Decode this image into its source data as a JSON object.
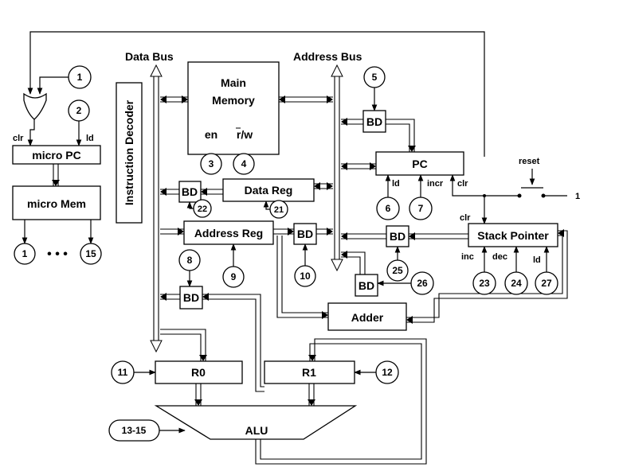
{
  "labels": {
    "data_bus": "Data Bus",
    "address_bus": "Address Bus",
    "main_memory_line1": "Main",
    "main_memory_line2": "Memory",
    "en": "en",
    "rw": "r/w",
    "instruction_decoder": "Instruction Decoder",
    "micro_pc": "micro PC",
    "micro_mem": "micro Mem",
    "clr": "clr",
    "ld": "ld",
    "bd": "BD",
    "data_reg": "Data Reg",
    "address_reg": "Address Reg",
    "pc": "PC",
    "pc_ld": "ld",
    "pc_incr": "incr",
    "pc_clr": "clr",
    "reset": "reset",
    "reset_value": "1",
    "sp_clr": "clr",
    "stack_pointer": "Stack Pointer",
    "sp_inc": "inc",
    "sp_dec": "dec",
    "sp_ld": "ld",
    "adder": "Adder",
    "r0": "R0",
    "r1": "R1",
    "alu": "ALU",
    "ellipsis": "• • •"
  },
  "signals": {
    "s1": "1",
    "s2": "2",
    "s3": "3",
    "s4": "4",
    "s5": "5",
    "s6": "6",
    "s7": "7",
    "s8": "8",
    "s9": "9",
    "s10": "10",
    "s11": "11",
    "s12": "12",
    "s13_15": "13-15",
    "s21": "21",
    "s22": "22",
    "s23": "23",
    "s24": "24",
    "s25": "25",
    "s26": "26",
    "s27": "27",
    "out1": "1",
    "out15": "15"
  }
}
